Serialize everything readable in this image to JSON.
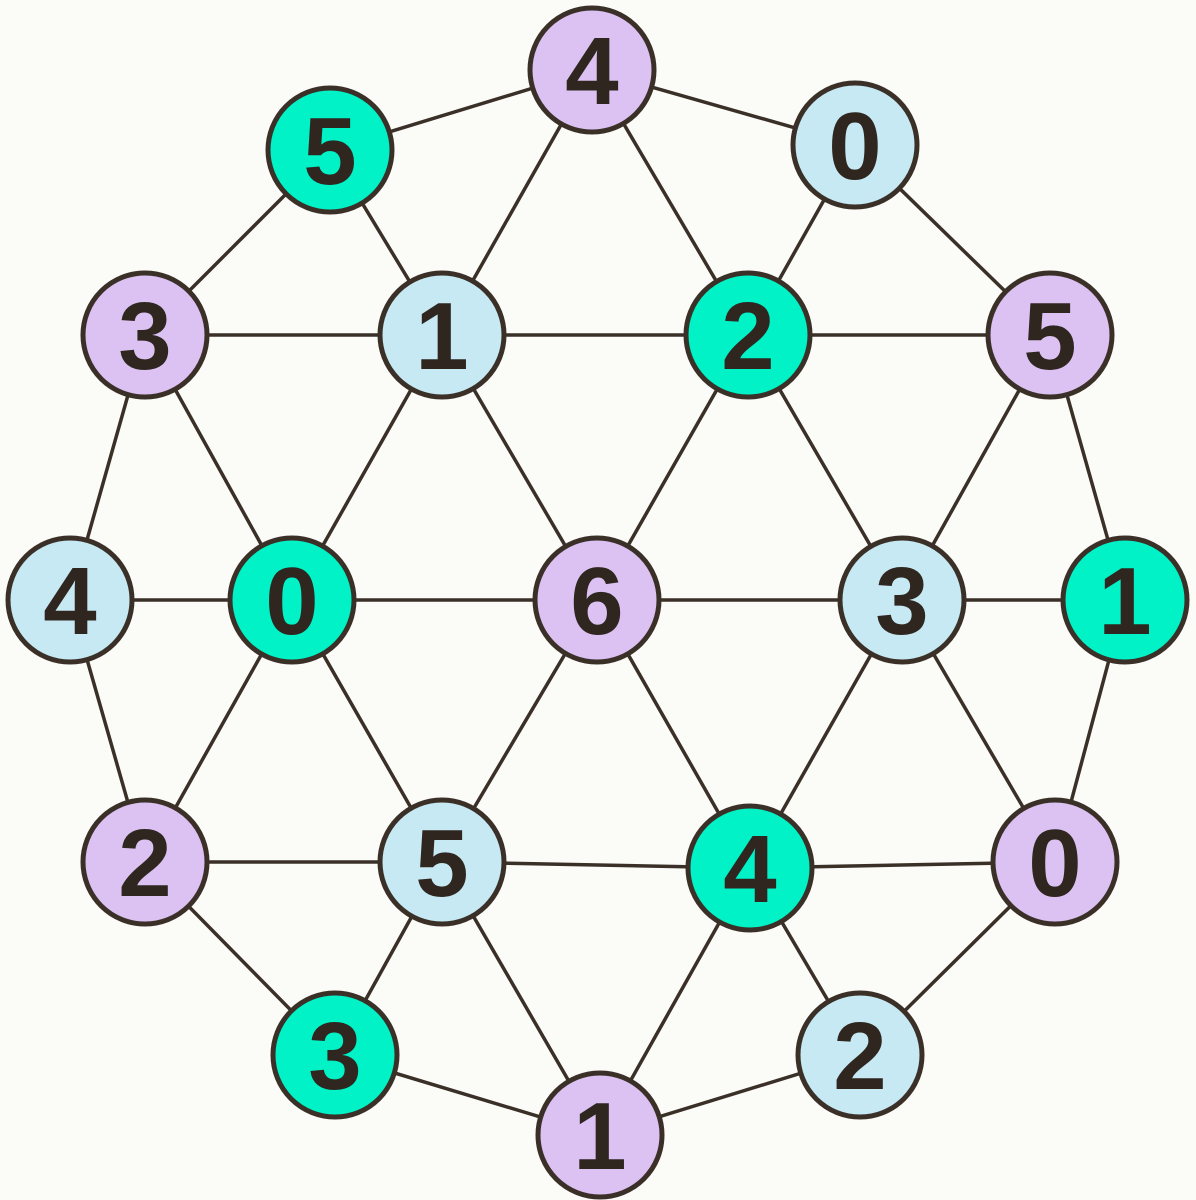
{
  "colors": {
    "purple": "#dcc2f2",
    "blue": "#c6e9f3",
    "green": "#00f2c6",
    "line": "#3a3028"
  },
  "nodes": [
    {
      "id": "A",
      "label": "4",
      "color": "purple"
    },
    {
      "id": "B",
      "label": "5",
      "color": "green"
    },
    {
      "id": "C",
      "label": "0",
      "color": "blue"
    },
    {
      "id": "D",
      "label": "3",
      "color": "purple"
    },
    {
      "id": "E",
      "label": "1",
      "color": "blue"
    },
    {
      "id": "F",
      "label": "2",
      "color": "green"
    },
    {
      "id": "G",
      "label": "5",
      "color": "purple"
    },
    {
      "id": "H",
      "label": "4",
      "color": "blue"
    },
    {
      "id": "I",
      "label": "0",
      "color": "green"
    },
    {
      "id": "J",
      "label": "6",
      "color": "purple"
    },
    {
      "id": "K",
      "label": "3",
      "color": "blue"
    },
    {
      "id": "L",
      "label": "1",
      "color": "green"
    },
    {
      "id": "M",
      "label": "2",
      "color": "purple"
    },
    {
      "id": "N",
      "label": "5",
      "color": "blue"
    },
    {
      "id": "O",
      "label": "4",
      "color": "green"
    },
    {
      "id": "P",
      "label": "0",
      "color": "purple"
    },
    {
      "id": "Q",
      "label": "3",
      "color": "green"
    },
    {
      "id": "R",
      "label": "1",
      "color": "purple"
    },
    {
      "id": "S",
      "label": "2",
      "color": "blue"
    }
  ],
  "edges": [
    [
      "A",
      "B"
    ],
    [
      "A",
      "C"
    ],
    [
      "A",
      "E"
    ],
    [
      "A",
      "F"
    ],
    [
      "B",
      "D"
    ],
    [
      "B",
      "E"
    ],
    [
      "C",
      "F"
    ],
    [
      "C",
      "G"
    ],
    [
      "D",
      "E"
    ],
    [
      "D",
      "H"
    ],
    [
      "D",
      "I"
    ],
    [
      "E",
      "F"
    ],
    [
      "E",
      "I"
    ],
    [
      "E",
      "J"
    ],
    [
      "F",
      "G"
    ],
    [
      "F",
      "J"
    ],
    [
      "F",
      "K"
    ],
    [
      "G",
      "K"
    ],
    [
      "G",
      "L"
    ],
    [
      "H",
      "I"
    ],
    [
      "H",
      "M"
    ],
    [
      "I",
      "J"
    ],
    [
      "I",
      "M"
    ],
    [
      "I",
      "N"
    ],
    [
      "J",
      "K"
    ],
    [
      "J",
      "N"
    ],
    [
      "J",
      "O"
    ],
    [
      "K",
      "L"
    ],
    [
      "K",
      "O"
    ],
    [
      "K",
      "P"
    ],
    [
      "L",
      "P"
    ],
    [
      "M",
      "N"
    ],
    [
      "M",
      "Q"
    ],
    [
      "N",
      "O"
    ],
    [
      "N",
      "Q"
    ],
    [
      "N",
      "R"
    ],
    [
      "O",
      "R"
    ],
    [
      "O",
      "S"
    ],
    [
      "O",
      "P"
    ],
    [
      "P",
      "S"
    ],
    [
      "Q",
      "R"
    ],
    [
      "R",
      "S"
    ]
  ]
}
